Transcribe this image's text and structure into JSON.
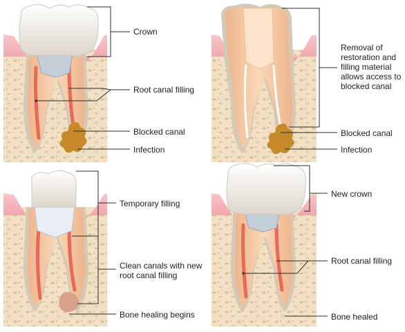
{
  "panels": [
    {
      "labels": [
        {
          "id": "crown",
          "text": "Crown"
        },
        {
          "id": "root_canal_filling",
          "text": "Root canal filling"
        },
        {
          "id": "blocked_canal",
          "text": "Blocked canal"
        },
        {
          "id": "infection",
          "text": "Infection"
        }
      ]
    },
    {
      "labels": [
        {
          "id": "removal",
          "text": "Removal of restoration and filling material allows access to blocked canal"
        },
        {
          "id": "blocked_canal",
          "text": "Blocked canal"
        },
        {
          "id": "infection",
          "text": "Infection"
        }
      ]
    },
    {
      "labels": [
        {
          "id": "temporary_filling",
          "text": "Temporary filling"
        },
        {
          "id": "clean_canals",
          "text": "Clean canals with new root canal filling"
        },
        {
          "id": "bone_healing",
          "text": "Bone healing begins"
        }
      ]
    },
    {
      "labels": [
        {
          "id": "new_crown",
          "text": "New crown"
        },
        {
          "id": "root_canal_filling",
          "text": "Root canal filling"
        },
        {
          "id": "bone_healed",
          "text": "Bone healed"
        }
      ]
    }
  ],
  "colors": {
    "bone": "#f1e0c4",
    "bone_pore": "#d9c19b",
    "gum": "#f4b8bd",
    "root": "#f6c9a0",
    "pulp": "#e66a55",
    "enamel": "#f7f3ec",
    "metal": "#c5cfd9",
    "temp_filling": "#e9eef5",
    "infection": "#c68a2b",
    "leader": "#2a2a2a"
  }
}
